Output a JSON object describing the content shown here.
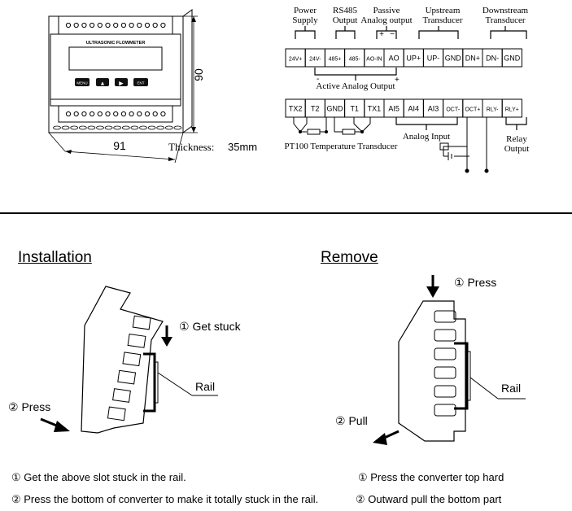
{
  "device": {
    "brand": "ULTRASONIC FLOWMETER",
    "buttons": [
      "MENU",
      "▲",
      "▶",
      "ENT"
    ],
    "dim_height": "90",
    "dim_width": "91",
    "thickness_label": "Thickness:",
    "thickness_value": "35mm"
  },
  "wiring": {
    "group_labels": [
      {
        "line1": "Power",
        "line2": "Supply"
      },
      {
        "line1": "RS485",
        "line2": "Output"
      },
      {
        "line1": "Passive",
        "line2": "Analog output"
      },
      {
        "line1": "Upstream",
        "line2": "Transducer"
      },
      {
        "line1": "Downstream",
        "line2": "Transducer"
      }
    ],
    "top_terminals": [
      "24V+",
      "24V-",
      "485+",
      "485-",
      "AO-IN",
      "AO",
      "UP+",
      "UP-",
      "GND",
      "DN+",
      "DN-",
      "GND"
    ],
    "bottom_terminals": [
      "TX2",
      "T2",
      "GND",
      "T1",
      "TX1",
      "AI5",
      "AI4",
      "AI3",
      "OCT-",
      "OCT+",
      "RLY-",
      "RLY+"
    ],
    "passive_plus": "+",
    "passive_minus": "−",
    "active_minus": "-",
    "active_plus": "+",
    "active_analog_label": "Active Analog Output",
    "pt100_label": "PT100 Temperature Transducer",
    "analog_input_label": "Analog Input",
    "relay_label_1": "Relay",
    "relay_label_2": "Output"
  },
  "installation": {
    "title": "Installation",
    "step1": "① Get stuck",
    "step2": "② Press",
    "rail": "Rail"
  },
  "remove": {
    "title": "Remove",
    "step1": "① Press",
    "step2": "② Pull",
    "rail": "Rail"
  },
  "notes": {
    "install_1": "①  Get the above slot stuck in the rail.",
    "install_2": "② Press the bottom of converter to make it totally stuck in the rail.",
    "remove_1": "① Press the converter top hard",
    "remove_2": "② Outward pull the bottom part"
  }
}
